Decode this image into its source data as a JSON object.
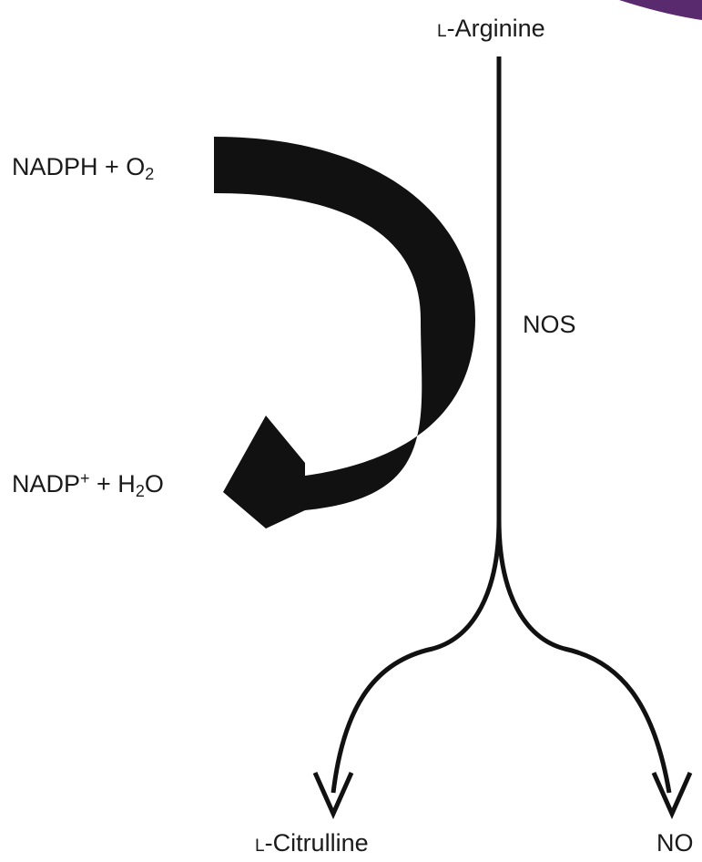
{
  "colors": {
    "ink": "#111111",
    "corner_accent": "#5a2a6e"
  },
  "labels": {
    "arginine": {
      "prefix": "L",
      "name": "-Arginine"
    },
    "citrulline": {
      "prefix": "L",
      "name": "-Citrulline"
    },
    "no": "NO",
    "nos": "NOS",
    "nadph": {
      "base": "NADPH + O",
      "sub": "2"
    },
    "nadp": {
      "base": "NADP",
      "sup": "+",
      "mid": " + H",
      "sub": "2",
      "tail": "O"
    }
  }
}
